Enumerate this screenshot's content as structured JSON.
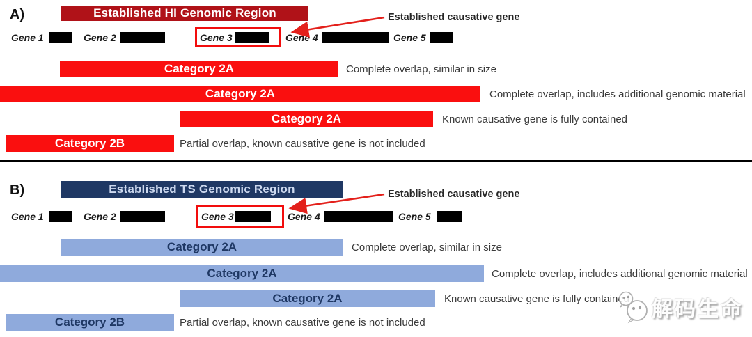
{
  "figure": {
    "panels": [
      {
        "label": "A)",
        "header": "Established HI Genomic Region",
        "callout": "Established causative gene",
        "genes": [
          "Gene 1",
          "Gene 2",
          "Gene 3",
          "Gene 4",
          "Gene 5"
        ],
        "rows": [
          {
            "category": "Category 2A",
            "description": "Complete overlap, similar in size"
          },
          {
            "category": "Category 2A",
            "description": "Complete overlap, includes additional genomic material"
          },
          {
            "category": "Category 2A",
            "description": "Known causative gene is fully contained"
          },
          {
            "category": "Category 2B",
            "description": "Partial overlap, known causative gene is not included"
          }
        ],
        "colors": {
          "header_bg": "#b01218",
          "bar_bg": "#fa0f0f",
          "bar_text": "#ffffff",
          "highlight_outline": "#f20d0d"
        }
      },
      {
        "label": "B)",
        "header": "Established TS Genomic Region",
        "callout": "Established causative gene",
        "genes": [
          "Gene 1",
          "Gene 2",
          "Gene 3",
          "Gene 4",
          "Gene 5"
        ],
        "rows": [
          {
            "category": "Category 2A",
            "description": "Complete overlap, similar in size"
          },
          {
            "category": "Category 2A",
            "description": "Complete overlap, includes additional genomic material"
          },
          {
            "category": "Category 2A",
            "description": "Known causative gene is fully contained"
          },
          {
            "category": "Category 2B",
            "description": "Partial overlap, known causative gene is not included"
          }
        ],
        "colors": {
          "header_bg": "#1f3864",
          "bar_bg": "#8faadc",
          "bar_text": "#1f3864",
          "highlight_outline": "#f20d0d"
        }
      }
    ],
    "watermark": {
      "text": "解码生命"
    }
  }
}
